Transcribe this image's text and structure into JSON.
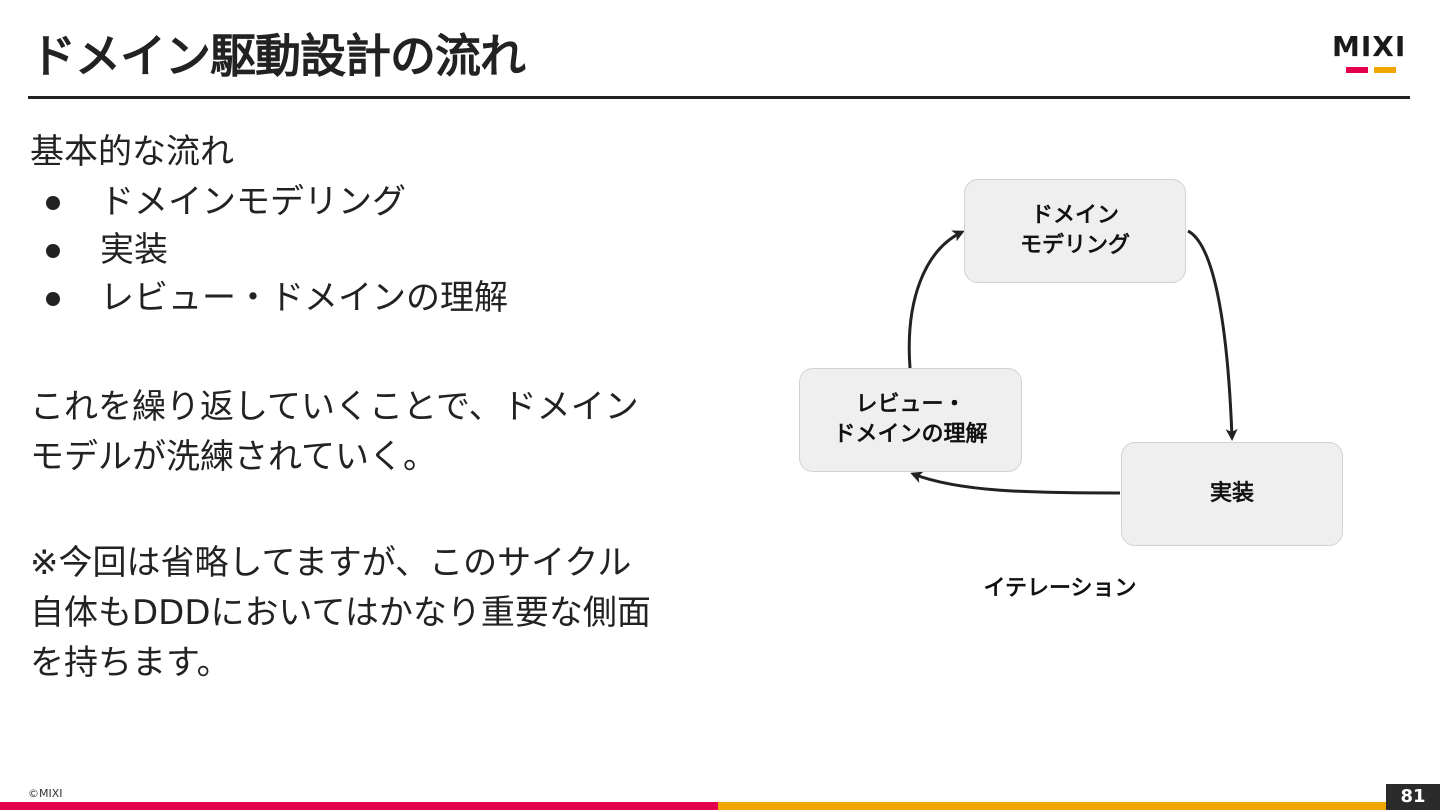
{
  "header": {
    "title": "ドメイン駆動設計の流れ",
    "logo_text": "MIXI"
  },
  "content": {
    "intro": "基本的な流れ",
    "bullets": [
      "ドメインモデリング",
      "実装",
      "レビュー・ドメインの理解"
    ],
    "para1_line1": "これを繰り返していくことで、ドメイン",
    "para1_line2": "モデルが洗練されていく。",
    "para2_line1": "※今回は省略してますが、このサイクル",
    "para2_line2": "自体もDDDにおいてはかなり重要な側面",
    "para2_line3": "を持ちます。"
  },
  "diagram": {
    "nodes": {
      "modeling": "ドメイン\nモデリング",
      "implementation": "実装",
      "review": "レビュー・\nドメインの理解"
    },
    "label": "イテレーション"
  },
  "footer": {
    "copyright": "©MIXI",
    "page_number": "81"
  },
  "colors": {
    "accent_pink": "#e5004f",
    "accent_gold": "#f0a500",
    "text": "#222222",
    "node_fill": "#efefef"
  }
}
